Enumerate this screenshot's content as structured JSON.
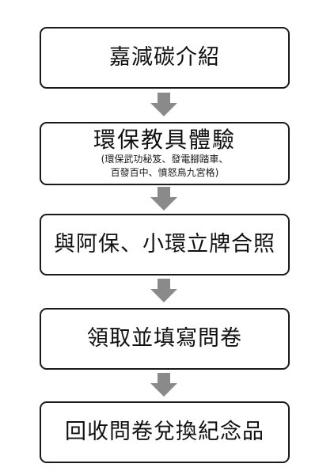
{
  "steps": [
    {
      "label": "嘉減碳介紹"
    },
    {
      "label": "環保教具體驗",
      "sub_lines": [
        "(環保武功秘笈、發電腳踏車、",
        "百發百中、憤怒鳥九宮格)"
      ]
    },
    {
      "label": "與阿保、小環立牌合照"
    },
    {
      "label": "領取並填寫問卷"
    },
    {
      "label": "回收問卷兌換紀念品"
    }
  ],
  "colors": {
    "arrow": "#8a8a8a",
    "box_border": "#1a1a1a"
  }
}
